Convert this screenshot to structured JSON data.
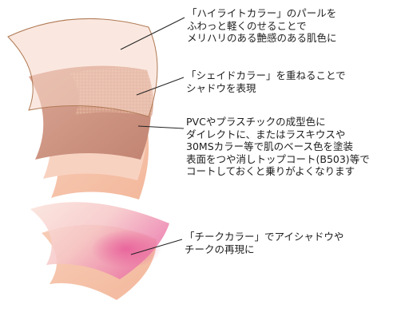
{
  "annotations": [
    {
      "id": "highlight",
      "text": "「ハイライトカラー」のパールを\nふわっと軽くのせることで\nメリハリのある艶感のある肌色に"
    },
    {
      "id": "shade",
      "text": "「シェイドカラー」を重ねることで\nシャドウを表現"
    },
    {
      "id": "base",
      "text": "PVCやプラスチックの成型色に\nダイレクトに、またはラスキウスや\n30MSカラー等で肌のベース色を塗装\n表面をつや消しトップコート(B503)等で\nコートしておくと乗りがよくなります"
    },
    {
      "id": "cheek",
      "text": "「チークカラー」でアイシャドウや\nチークの再現に"
    }
  ],
  "colors": {
    "base_skin": "#f6c3ab",
    "shade": "#c98f7d",
    "highlight_outline": "#b07a55",
    "cheek": "#e8609a",
    "leader_line": "#222222"
  }
}
